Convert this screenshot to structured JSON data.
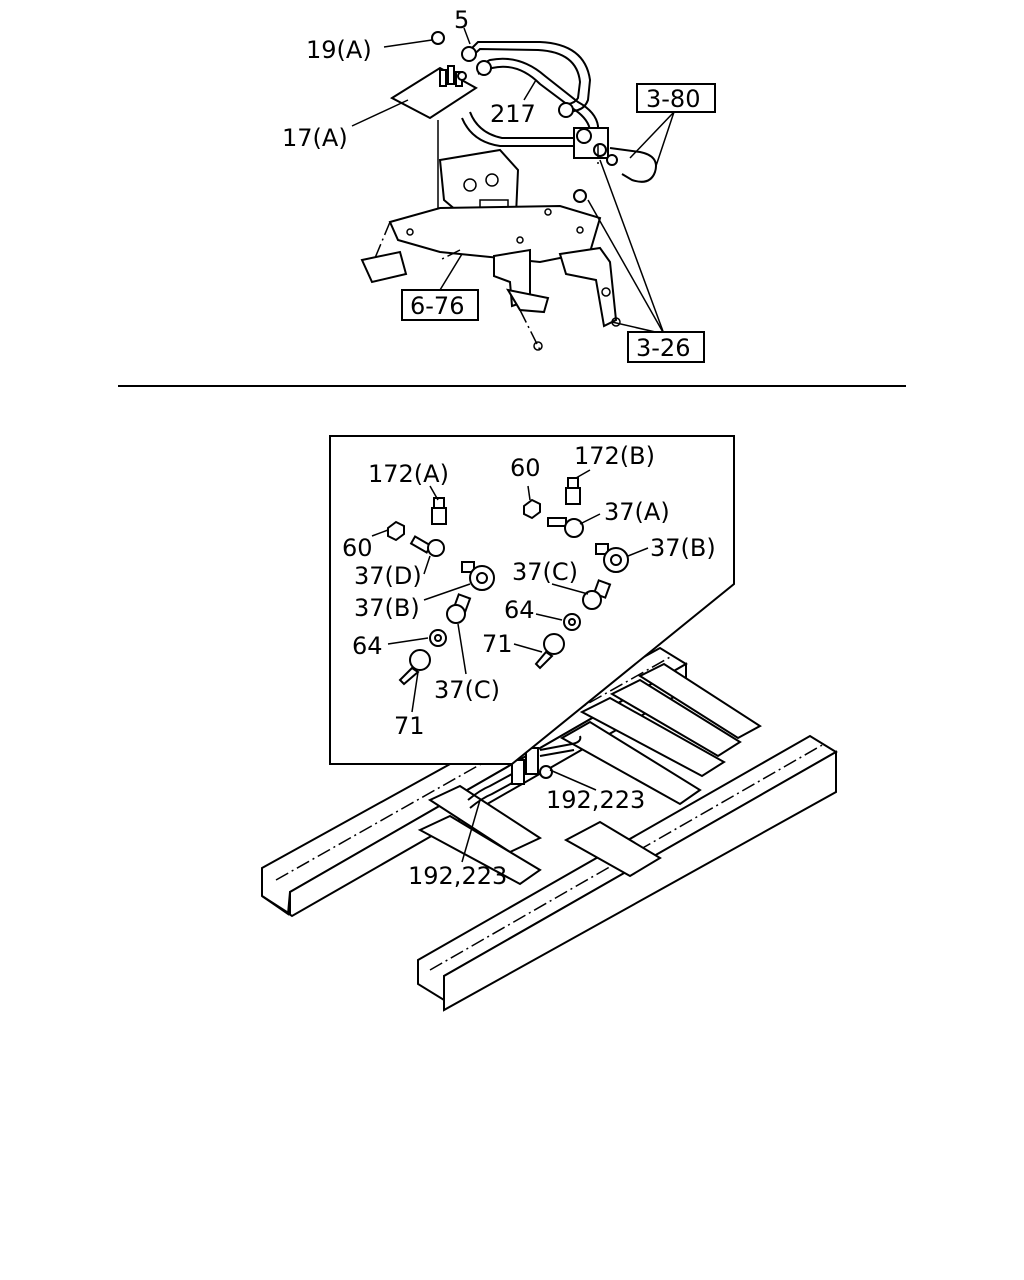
{
  "upper": {
    "callouts": {
      "c5": "5",
      "c19a": "19(A)",
      "c17a": "17(A)",
      "c217": "217"
    },
    "refs": {
      "r380": "3-80",
      "r676": "6-76",
      "r326": "3-26"
    }
  },
  "inset": {
    "left": {
      "c172a": "172(A)",
      "c60": "60",
      "c37d": "37(D)",
      "c37b": "37(B)",
      "c64": "64",
      "c37c": "37(C)",
      "c71": "71"
    },
    "right": {
      "c60": "60",
      "c172b": "172(B)",
      "c37a": "37(A)",
      "c37b": "37(B)",
      "c37c": "37(C)",
      "c64": "64",
      "c71": "71"
    }
  },
  "frame": {
    "c192_223_right": "192,223",
    "c192_223_left": "192,223"
  }
}
